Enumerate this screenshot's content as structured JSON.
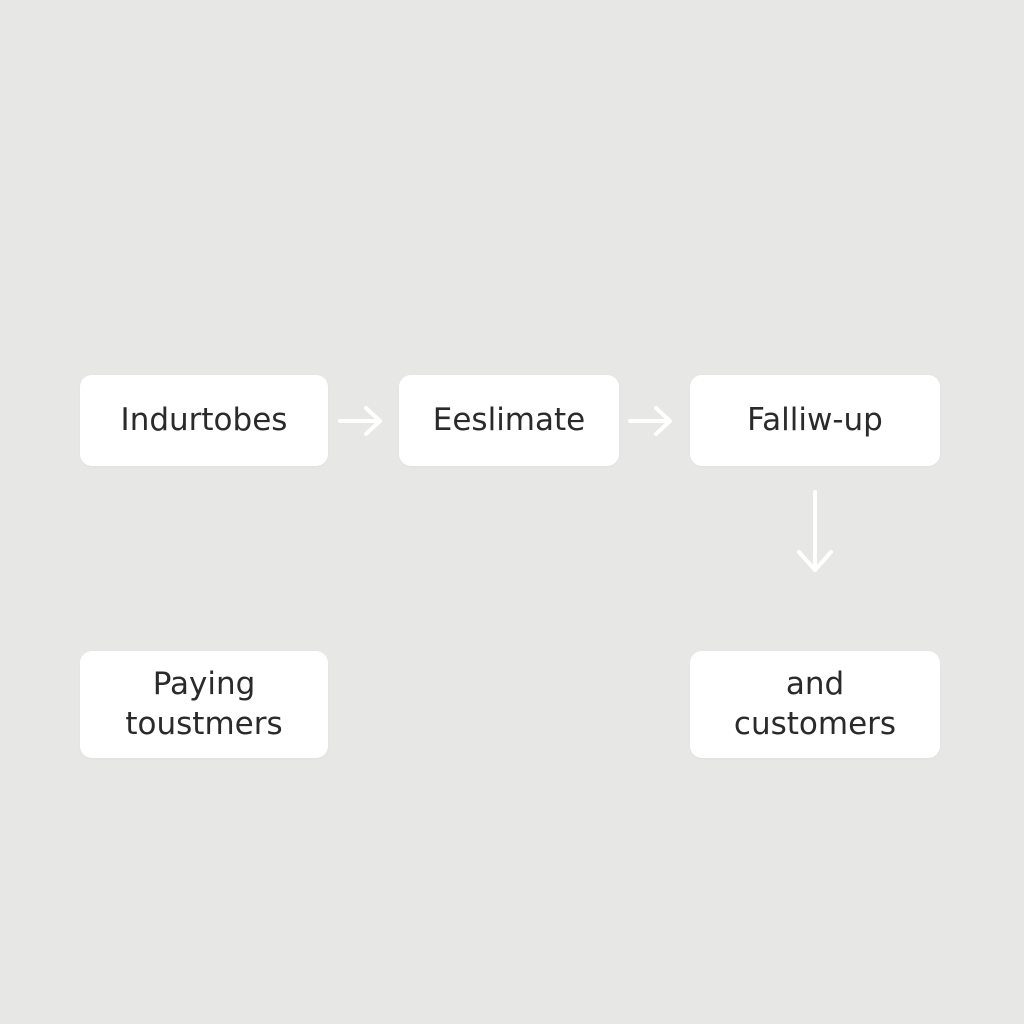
{
  "diagram": {
    "nodes": {
      "step1": {
        "lines": [
          "Indurtobes"
        ]
      },
      "step2": {
        "lines": [
          "Eeslimate"
        ]
      },
      "step3": {
        "lines": [
          "Falliw-up"
        ]
      },
      "step4": {
        "lines": [
          "and",
          "customers"
        ]
      },
      "step5": {
        "lines": [
          "Paying",
          "toustmers"
        ]
      }
    },
    "edges": [
      {
        "from": "step1",
        "to": "step2"
      },
      {
        "from": "step2",
        "to": "step3"
      },
      {
        "from": "step3",
        "to": "step4"
      }
    ],
    "colors": {
      "background": "#e7e7e6",
      "node_fill": "#ffffff",
      "text": "#2a2a2a",
      "arrow": "#ffffff"
    }
  }
}
